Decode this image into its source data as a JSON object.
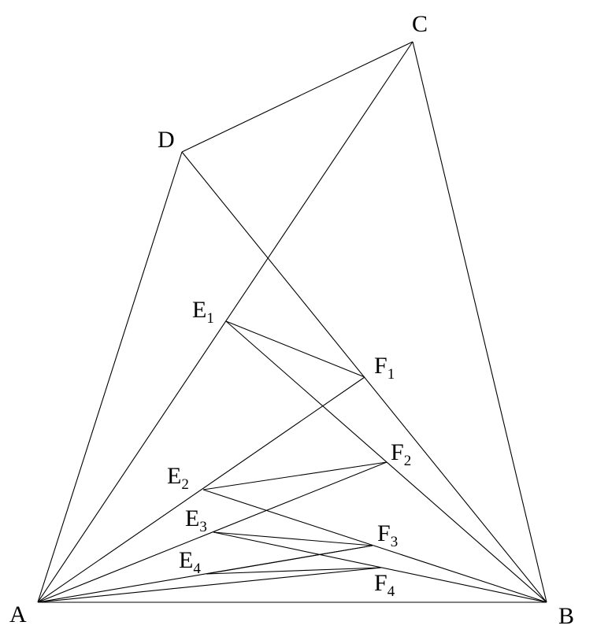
{
  "diagram": {
    "line_color": "#000000",
    "background": "#ffffff",
    "points": {
      "A": {
        "label": "A",
        "sub": ""
      },
      "B": {
        "label": "B",
        "sub": ""
      },
      "C": {
        "label": "C",
        "sub": ""
      },
      "D": {
        "label": "D",
        "sub": ""
      },
      "E1": {
        "label": "E",
        "sub": "1"
      },
      "F1": {
        "label": "F",
        "sub": "1"
      },
      "E2": {
        "label": "E",
        "sub": "2"
      },
      "F2": {
        "label": "F",
        "sub": "2"
      },
      "E3": {
        "label": "E",
        "sub": "3"
      },
      "F3": {
        "label": "F",
        "sub": "3"
      },
      "E4": {
        "label": "E",
        "sub": "4"
      },
      "F4": {
        "label": "F",
        "sub": "4"
      }
    },
    "segments": [
      [
        "A",
        "B"
      ],
      [
        "B",
        "C"
      ],
      [
        "C",
        "D"
      ],
      [
        "D",
        "A"
      ],
      [
        "A",
        "C"
      ],
      [
        "B",
        "D"
      ],
      [
        "E1",
        "F1"
      ],
      [
        "E1",
        "B"
      ],
      [
        "F1",
        "A"
      ],
      [
        "E2",
        "F2"
      ],
      [
        "E2",
        "B"
      ],
      [
        "F2",
        "A"
      ],
      [
        "E3",
        "F3"
      ],
      [
        "E3",
        "B"
      ],
      [
        "F3",
        "A"
      ],
      [
        "E4",
        "F4"
      ],
      [
        "E4",
        "F3"
      ],
      [
        "F4",
        "A"
      ]
    ]
  }
}
